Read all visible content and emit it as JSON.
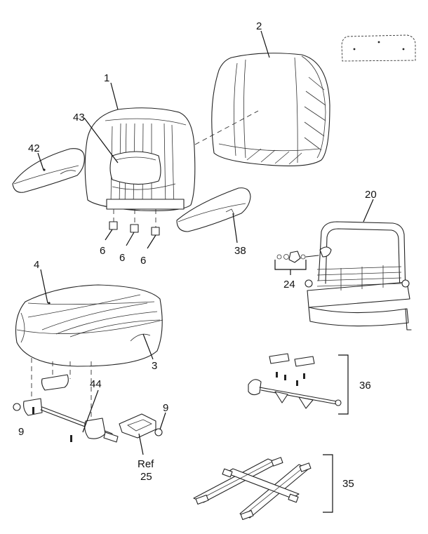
{
  "labels": {
    "l1": "1",
    "l2": "2",
    "l3": "3",
    "l4": "4",
    "l6a": "6",
    "l6b": "6",
    "l6c": "6",
    "l9a": "9",
    "l9b": "9",
    "l20": "20",
    "l24": "24",
    "l35": "35",
    "l36": "36",
    "l38": "38",
    "l42": "42",
    "l43": "43",
    "l44": "44",
    "lref": "Ref",
    "l25": "25"
  }
}
